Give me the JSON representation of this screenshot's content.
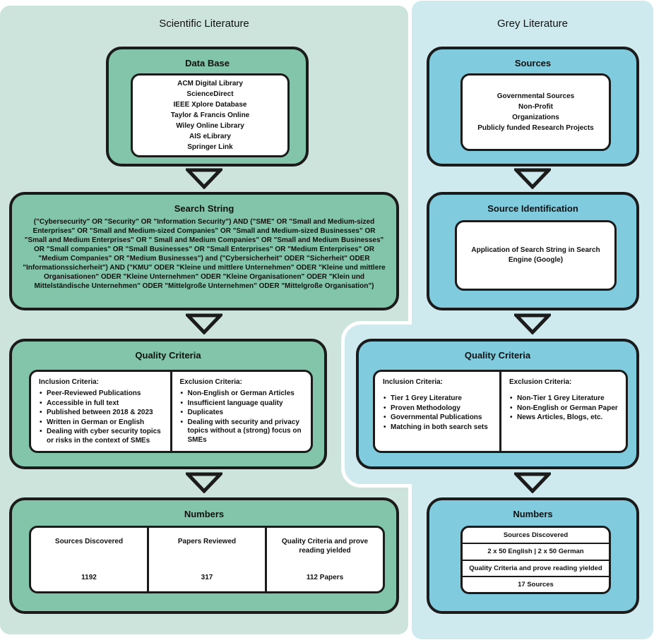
{
  "colors": {
    "left_bg": "#cde4dc",
    "left_box": "#82c5aa",
    "right_bg": "#cfeaee",
    "right_box": "#80cbde",
    "border": "#1b1b1b",
    "inner_bg": "#ffffff"
  },
  "left": {
    "title": "Scientific Literature",
    "database": {
      "header": "Data Base",
      "items": [
        "ACM Digital Library",
        "ScienceDirect",
        "IEEE Xplore Database",
        "Taylor & Francis Online",
        "Wiley Online Library",
        "AIS eLibrary",
        "Springer Link"
      ]
    },
    "search_string": {
      "header": "Search String",
      "text": "(\"Cybersecurity\" OR \"Security\" OR \"Information Security\") AND (\"SME\" OR \"Small and Medium-sized Enterprises\" OR \"Small and Medium-sized Companies\" OR \"Small and Medium-sized Businesses\" OR \"Small and Medium Enterprises\" OR \" Small and Medium Companies\" OR \"Small and Medium Businesses\" OR \"Small companies\" OR \"Small Businesses\" OR \"Small Enterprises\" OR \"Medium Enterprises\" OR \"Medium Companies\" OR \"Medium Businesses\") and (\"Cybersicherheit\" ODER \"Sicherheit\" ODER \"Informationssicherheit\") AND (\"KMU\" ODER \"Kleine und mittlere Unternehmen\" ODER \"Kleine und mittlere Organisationen\" ODER \"Kleine Unternehmen\" ODER \"Kleine Organisationen\" ODER \"Klein und Mittelständische Unternehmen\" ODER \"Mittelgroße Unternehmen\" ODER \"Mittelgroße Organisation\")"
    },
    "quality": {
      "header": "Quality Criteria",
      "inclusion": {
        "title": "Inclusion Criteria:",
        "items": [
          "Peer-Reviewed Publications",
          "Accessible in full text",
          "Published between 2018 & 2023",
          "Written in German or English",
          "Dealing with cyber security topics or risks in the context of SMEs"
        ]
      },
      "exclusion": {
        "title": "Exclusion Criteria:",
        "items": [
          "Non-English or German Articles",
          "Insufficient language quality",
          "Duplicates",
          "Dealing with security and privacy topics without a (strong) focus on SMEs"
        ]
      }
    },
    "numbers": {
      "header": "Numbers",
      "cells": [
        {
          "label": "Sources Discovered",
          "value": "1192"
        },
        {
          "label": "Papers Reviewed",
          "value": "317"
        },
        {
          "label": "Quality Criteria and prove reading yielded",
          "value": "112 Papers"
        }
      ]
    }
  },
  "right": {
    "title": "Grey Literature",
    "sources": {
      "header": "Sources",
      "items": [
        "Governmental Sources",
        "Non-Profit",
        "Organizations",
        "Publicly funded Research Projects"
      ]
    },
    "identification": {
      "header": "Source Identification",
      "text": "Application of Search String in Search Engine (Google)"
    },
    "quality": {
      "header": "Quality Criteria",
      "inclusion": {
        "title": "Inclusion Criteria:",
        "items": [
          "Tier 1 Grey Literature",
          "Proven Methodology",
          "Governmental Publications",
          "Matching in both search sets"
        ]
      },
      "exclusion": {
        "title": "Exclusion Criteria:",
        "items": [
          "Non-Tier 1 Grey Literature",
          "Non-English or German Paper",
          "News Articles, Blogs, etc."
        ]
      }
    },
    "numbers": {
      "header": "Numbers",
      "rows": [
        {
          "label": "Sources Discovered",
          "value": "2 x 50 English | 2 x 50 German"
        },
        {
          "label": "Quality Criteria and prove reading yielded",
          "value": "17 Sources"
        }
      ]
    }
  }
}
